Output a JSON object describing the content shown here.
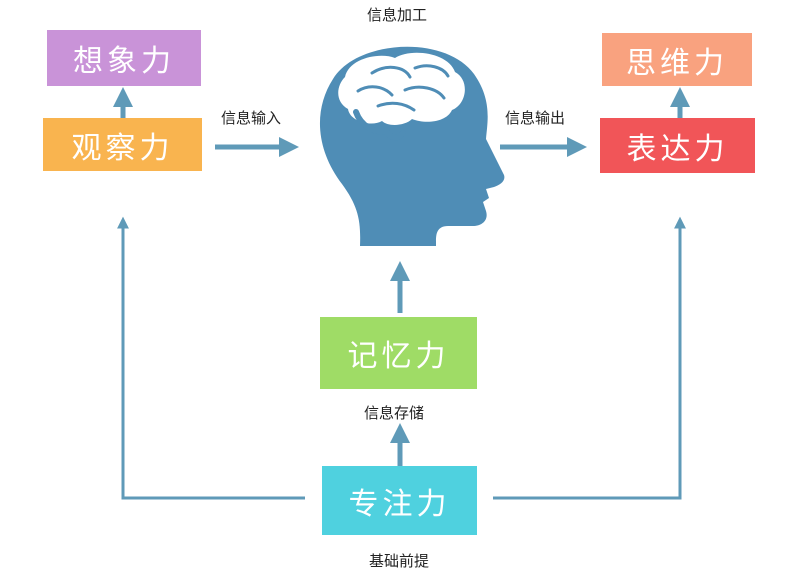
{
  "diagram": {
    "top_label": "信息加工",
    "left_arrow_label": "信息输入",
    "right_arrow_label": "信息输出",
    "storage_label": "信息存储",
    "bottom_label": "基础前提",
    "boxes": {
      "imagination": "想象力",
      "observation": "观察力",
      "thinking": "思维力",
      "expression": "表达力",
      "memory": "记忆力",
      "attention": "专注力"
    },
    "colors": {
      "imagination": "#c993d8",
      "observation": "#f9b44f",
      "thinking": "#f9a27f",
      "expression": "#f15558",
      "memory": "#9fdc66",
      "attention": "#4fd1df",
      "arrows": "#5f9ab8",
      "head": "#4f8db6"
    }
  }
}
